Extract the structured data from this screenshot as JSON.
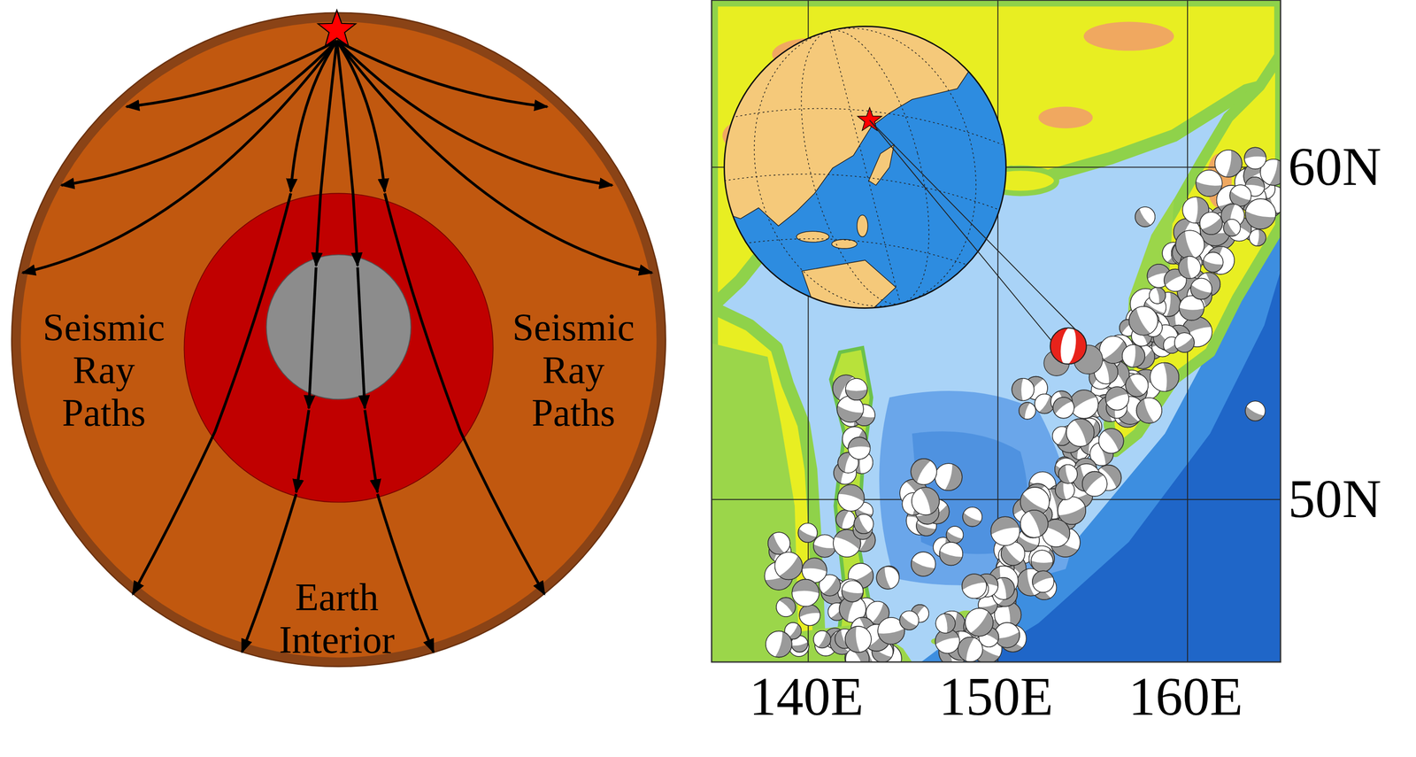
{
  "diagram": {
    "nodes": [
      {
        "text": [
          "Seismic Ray Paths",
          "Seismic Ray Paths",
          "Earth Interior"
        ]
      }
    ],
    "labels": [
      "60N",
      "50N",
      "140E",
      "150E",
      "160E"
    ]
  }
}
